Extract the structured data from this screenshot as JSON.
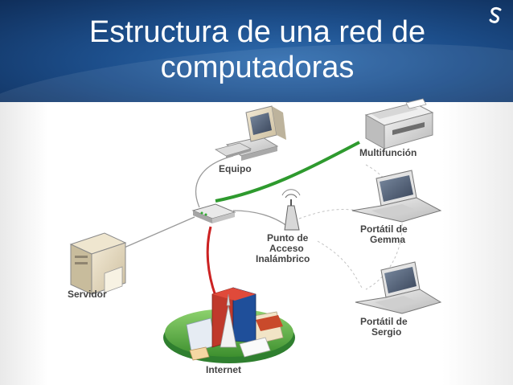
{
  "slide": {
    "title_line1": "Estructura de una red de",
    "title_line2": "computadoras"
  },
  "icons": {
    "logo": "s-brand-logo-icon"
  },
  "colors": {
    "header": "#1d4f8c",
    "green_link": "#2e9a2e",
    "red_link": "#cc2222",
    "gray_link": "#9a9a9a"
  },
  "nodes": {
    "equipo": "Equipo",
    "multifuncion": "Multifunción",
    "punto_acceso_1": "Punto de",
    "punto_acceso_2": "Acceso",
    "punto_acceso_3": "Inalámbrico",
    "portatil_gemma_1": "Portátil de",
    "portatil_gemma_2": "Gemma",
    "servidor": "Servidor",
    "portatil_sergio_1": "Portátil de",
    "portatil_sergio_2": "Sergio",
    "internet": "Internet"
  }
}
